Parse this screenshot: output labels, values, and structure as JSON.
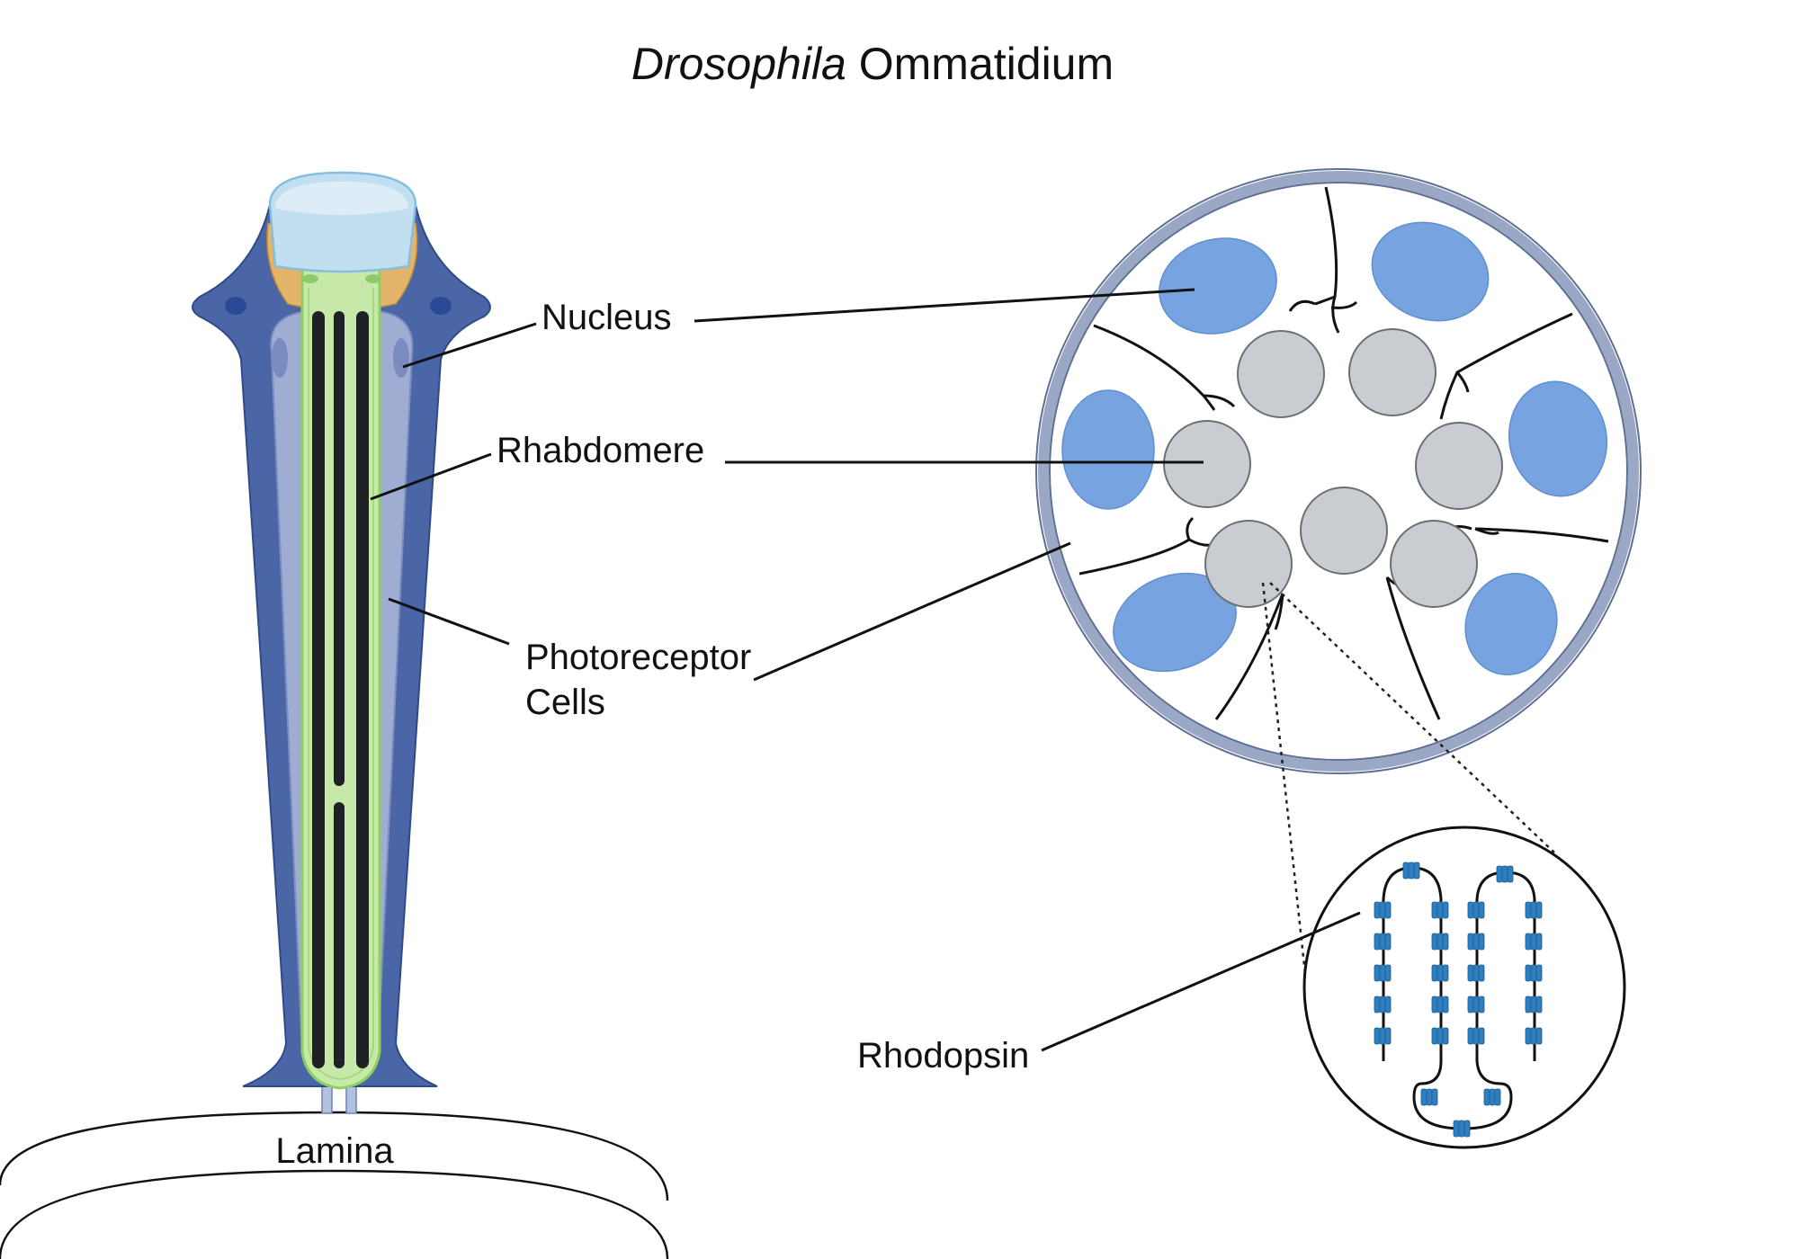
{
  "title": {
    "italic": "Drosophila",
    "rest": "Ommatidium"
  },
  "labels": {
    "nucleus": "Nucleus",
    "rhabdomere": "Rhabdomere",
    "photoreceptor_line1": "Photoreceptor",
    "photoreceptor_line2": "Cells",
    "rhodopsin": "Rhodopsin",
    "lamina": "Lamina"
  },
  "colors": {
    "outer_pigment_cell": "#4a66a6",
    "photoreceptor_body": "#9fadd2",
    "rhabdom_sheath": "#c6e8a8",
    "rhabdomere": "#1f2125",
    "lens": "#c2dff0",
    "cone_cell": "#e3b56a",
    "nucleus": "#77a4e0",
    "rhabdomere_cross_section": "#c9cdd1",
    "cross_section_ring": "#9aa8c6",
    "rhodopsin": "#2f7fc0"
  },
  "icons": {
    "ommatidium_longitudinal": "ommatidium-illustration",
    "cross_section": "cross-section-circle",
    "membrane_zoom": "rhodopsin-membrane-zoom"
  }
}
